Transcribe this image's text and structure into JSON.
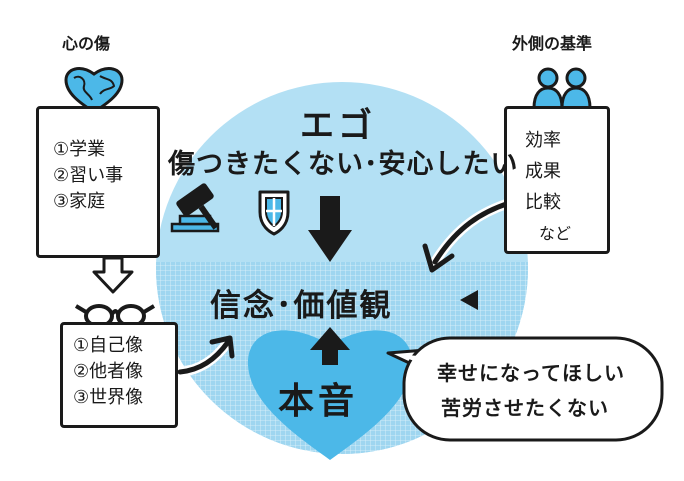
{
  "left": {
    "heading": "心の傷",
    "wounds": [
      "①学業",
      "②習い事",
      "③家庭"
    ],
    "images": [
      "①自己像",
      "②他者像",
      "③世界像"
    ]
  },
  "right": {
    "heading": "外側の基準",
    "criteria": [
      "効率",
      "成果",
      "比較",
      "など"
    ]
  },
  "center": {
    "ego_title": "エゴ",
    "ego_desire": "傷つきたくない･安心したい",
    "belief": "信念･価値観",
    "honne": "本音"
  },
  "bubble": {
    "lines": [
      "幸せになってほしい",
      "苦労させたくない"
    ]
  },
  "colors": {
    "circle_fill": "#b3e0f4",
    "heart_fill": "#4cb8e8",
    "ink": "#1a1a1a"
  },
  "icons": [
    "earth-heart-icon",
    "people-icon",
    "glasses-icon",
    "gavel-icon",
    "shield-icon"
  ]
}
